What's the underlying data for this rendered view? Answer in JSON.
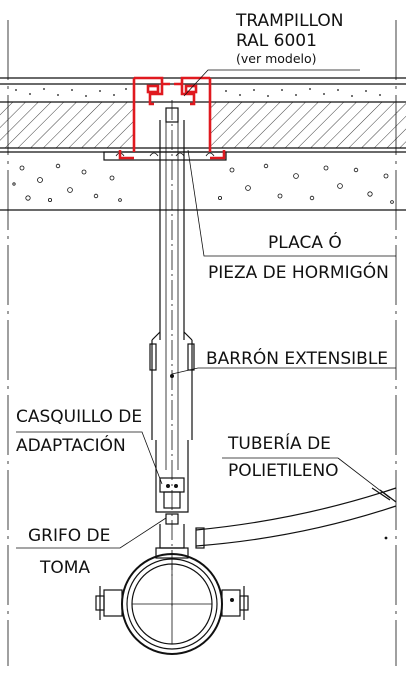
{
  "labels": {
    "trampillon": "TRAMPILLON",
    "ral": "RAL 6001",
    "ver_modelo": "(ver modelo)",
    "placa_line1": "PLACA Ó",
    "placa_line2": "PIEZA DE HORMIGÓN",
    "barron": "BARRÓN EXTENSIBLE",
    "casquillo_line1": "CASQUILLO DE",
    "casquillo_line2": "ADAPTACIÓN",
    "tuberia_line1": "TUBERÍA DE",
    "tuberia_line2": "POLIETILENO",
    "grifo_line1": "GRIFO DE",
    "grifo_line2": "TOMA"
  },
  "colors": {
    "trampillon": "#e0191f",
    "line": "#111111",
    "background": "#ffffff"
  }
}
